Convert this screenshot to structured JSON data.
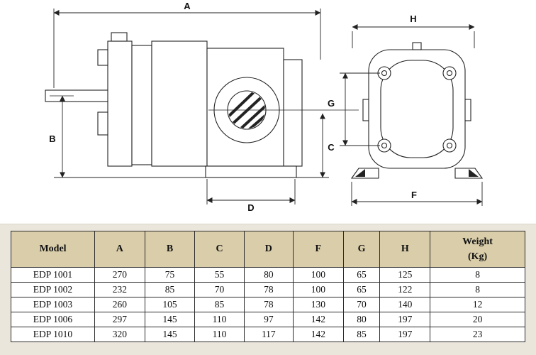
{
  "diagram": {
    "labels": {
      "A": "A",
      "B": "B",
      "C": "C",
      "D": "D",
      "F": "F",
      "G": "G",
      "H": "H"
    }
  },
  "table": {
    "headers": [
      "Model",
      "A",
      "B",
      "C",
      "D",
      "F",
      "G",
      "H"
    ],
    "weight_header": {
      "line1": "Weight",
      "line2": "(Kg)"
    },
    "rows": [
      {
        "model": "EDP 1001",
        "values": [
          "270",
          "75",
          "55",
          "80",
          "100",
          "65",
          "125",
          "8"
        ]
      },
      {
        "model": "EDP 1002",
        "values": [
          "232",
          "85",
          "70",
          "78",
          "100",
          "65",
          "122",
          "8"
        ]
      },
      {
        "model": "EDP 1003",
        "values": [
          "260",
          "105",
          "85",
          "78",
          "130",
          "70",
          "140",
          "12"
        ]
      },
      {
        "model": "EDP 1006",
        "values": [
          "297",
          "145",
          "110",
          "97",
          "142",
          "80",
          "197",
          "20"
        ]
      },
      {
        "model": "EDP 1010",
        "values": [
          "320",
          "145",
          "110",
          "117",
          "142",
          "85",
          "197",
          "23"
        ]
      }
    ]
  },
  "colors": {
    "header_bg": "#d9cdaa",
    "line_color": "#222222",
    "table_band_bg": "#eae6dc"
  }
}
